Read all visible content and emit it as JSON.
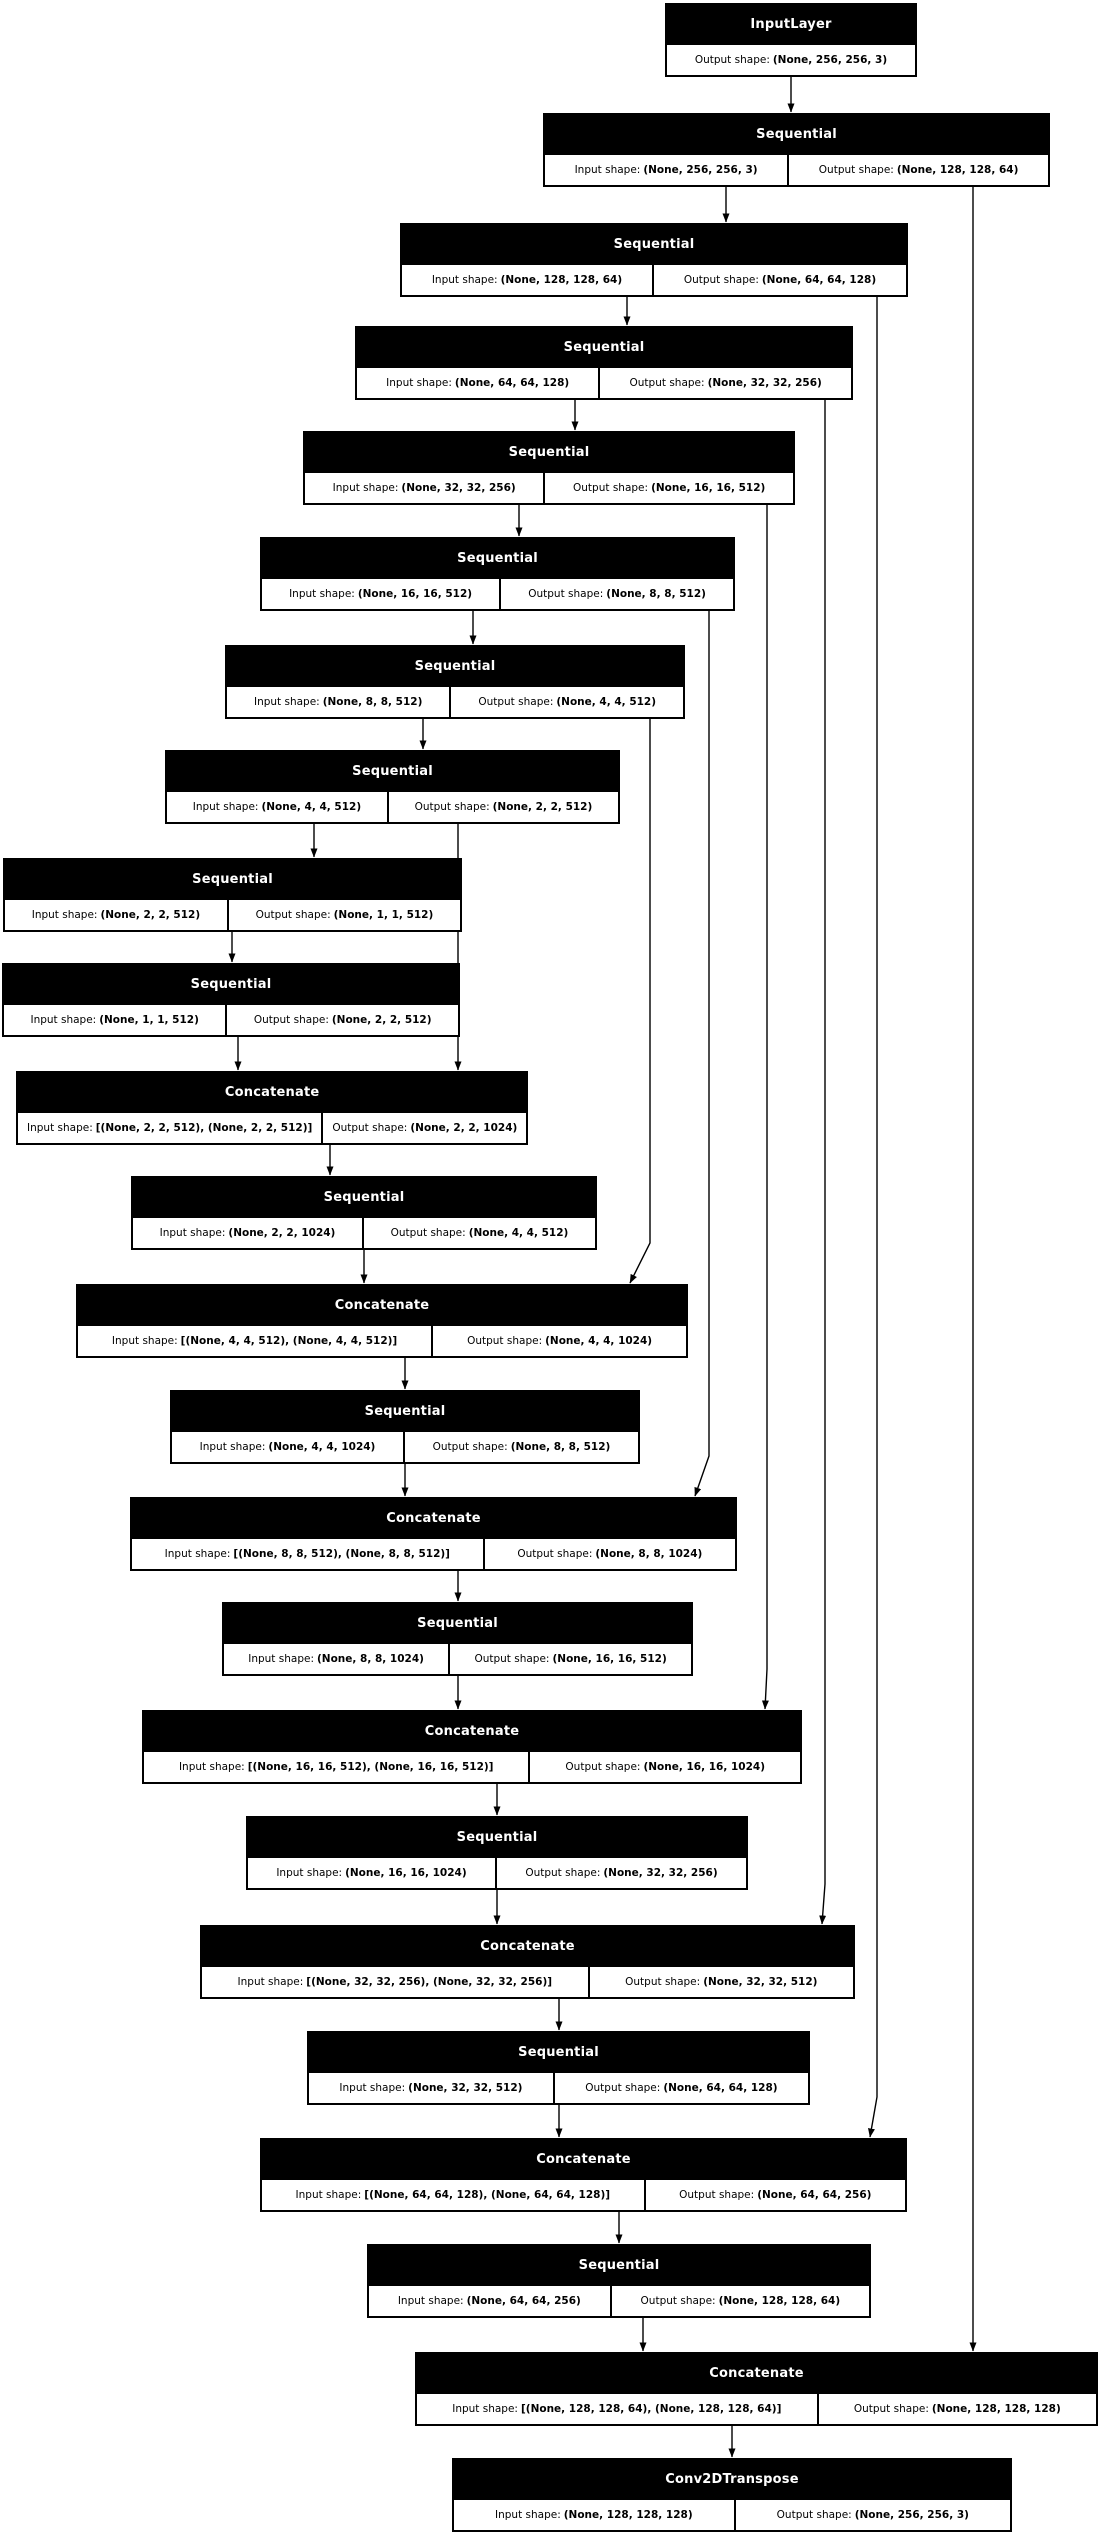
{
  "labels": {
    "input_prefix": "Input shape:",
    "output_prefix": "Output shape:"
  },
  "colors": {
    "node_header_bg": "#000000",
    "node_header_text": "#ffffff",
    "node_body_bg": "#ffffff",
    "border": "#000000",
    "edge": "#000000",
    "page_bg": "#ffffff"
  },
  "nodes": [
    {
      "type": "InputLayer",
      "output": "(None, 256, 256, 3)"
    },
    {
      "type": "Sequential",
      "input": "(None, 256, 256, 3)",
      "output": "(None, 128, 128, 64)"
    },
    {
      "type": "Sequential",
      "input": "(None, 128, 128, 64)",
      "output": "(None, 64, 64, 128)"
    },
    {
      "type": "Sequential",
      "input": "(None, 64, 64, 128)",
      "output": "(None, 32, 32, 256)"
    },
    {
      "type": "Sequential",
      "input": "(None, 32, 32, 256)",
      "output": "(None, 16, 16, 512)"
    },
    {
      "type": "Sequential",
      "input": "(None, 16, 16, 512)",
      "output": "(None, 8, 8, 512)"
    },
    {
      "type": "Sequential",
      "input": "(None, 8, 8, 512)",
      "output": "(None, 4, 4, 512)"
    },
    {
      "type": "Sequential",
      "input": "(None, 4, 4, 512)",
      "output": "(None, 2, 2, 512)"
    },
    {
      "type": "Sequential",
      "input": "(None, 2, 2, 512)",
      "output": "(None, 1, 1, 512)"
    },
    {
      "type": "Sequential",
      "input": "(None, 1, 1, 512)",
      "output": "(None, 2, 2, 512)"
    },
    {
      "type": "Concatenate",
      "input": "[(None, 2, 2, 512), (None, 2, 2, 512)]",
      "output": "(None, 2, 2, 1024)"
    },
    {
      "type": "Sequential",
      "input": "(None, 2, 2, 1024)",
      "output": "(None, 4, 4, 512)"
    },
    {
      "type": "Concatenate",
      "input": "[(None, 4, 4, 512), (None, 4, 4, 512)]",
      "output": "(None, 4, 4, 1024)"
    },
    {
      "type": "Sequential",
      "input": "(None, 4, 4, 1024)",
      "output": "(None, 8, 8, 512)"
    },
    {
      "type": "Concatenate",
      "input": "[(None, 8, 8, 512), (None, 8, 8, 512)]",
      "output": "(None, 8, 8, 1024)"
    },
    {
      "type": "Sequential",
      "input": "(None, 8, 8, 1024)",
      "output": "(None, 16, 16, 512)"
    },
    {
      "type": "Concatenate",
      "input": "[(None, 16, 16, 512), (None, 16, 16, 512)]",
      "output": "(None, 16, 16, 1024)"
    },
    {
      "type": "Sequential",
      "input": "(None, 16, 16, 1024)",
      "output": "(None, 32, 32, 256)"
    },
    {
      "type": "Concatenate",
      "input": "[(None, 32, 32, 256), (None, 32, 32, 256)]",
      "output": "(None, 32, 32, 512)"
    },
    {
      "type": "Sequential",
      "input": "(None, 32, 32, 512)",
      "output": "(None, 64, 64, 128)"
    },
    {
      "type": "Concatenate",
      "input": "[(None, 64, 64, 128), (None, 64, 64, 128)]",
      "output": "(None, 64, 64, 256)"
    },
    {
      "type": "Sequential",
      "input": "(None, 64, 64, 256)",
      "output": "(None, 128, 128, 64)"
    },
    {
      "type": "Concatenate",
      "input": "[(None, 128, 128, 64), (None, 128, 128, 64)]",
      "output": "(None, 128, 128, 128)"
    },
    {
      "type": "Conv2DTranspose",
      "input": "(None, 128, 128, 128)",
      "output": "(None, 256, 256, 3)"
    }
  ],
  "edges": [
    {
      "from": 0,
      "to": 1,
      "kind": "down"
    },
    {
      "from": 1,
      "to": 2,
      "kind": "down"
    },
    {
      "from": 2,
      "to": 3,
      "kind": "down"
    },
    {
      "from": 3,
      "to": 4,
      "kind": "down"
    },
    {
      "from": 4,
      "to": 5,
      "kind": "down"
    },
    {
      "from": 5,
      "to": 6,
      "kind": "down"
    },
    {
      "from": 6,
      "to": 7,
      "kind": "down"
    },
    {
      "from": 7,
      "to": 8,
      "kind": "down"
    },
    {
      "from": 8,
      "to": 9,
      "kind": "down"
    },
    {
      "from": 9,
      "to": 10,
      "kind": "down"
    },
    {
      "from": 10,
      "to": 11,
      "kind": "down"
    },
    {
      "from": 11,
      "to": 12,
      "kind": "down"
    },
    {
      "from": 12,
      "to": 13,
      "kind": "down"
    },
    {
      "from": 13,
      "to": 14,
      "kind": "down"
    },
    {
      "from": 14,
      "to": 15,
      "kind": "down"
    },
    {
      "from": 15,
      "to": 16,
      "kind": "down"
    },
    {
      "from": 16,
      "to": 17,
      "kind": "down"
    },
    {
      "from": 17,
      "to": 18,
      "kind": "down"
    },
    {
      "from": 18,
      "to": 19,
      "kind": "down"
    },
    {
      "from": 19,
      "to": 20,
      "kind": "down"
    },
    {
      "from": 20,
      "to": 21,
      "kind": "down"
    },
    {
      "from": 21,
      "to": 22,
      "kind": "down"
    },
    {
      "from": 22,
      "to": 23,
      "kind": "down"
    },
    {
      "from": 7,
      "to": 10,
      "kind": "skip"
    },
    {
      "from": 6,
      "to": 12,
      "kind": "skip"
    },
    {
      "from": 5,
      "to": 14,
      "kind": "skip"
    },
    {
      "from": 4,
      "to": 16,
      "kind": "skip"
    },
    {
      "from": 3,
      "to": 18,
      "kind": "skip"
    },
    {
      "from": 2,
      "to": 20,
      "kind": "skip"
    },
    {
      "from": 1,
      "to": 22,
      "kind": "skip"
    }
  ]
}
